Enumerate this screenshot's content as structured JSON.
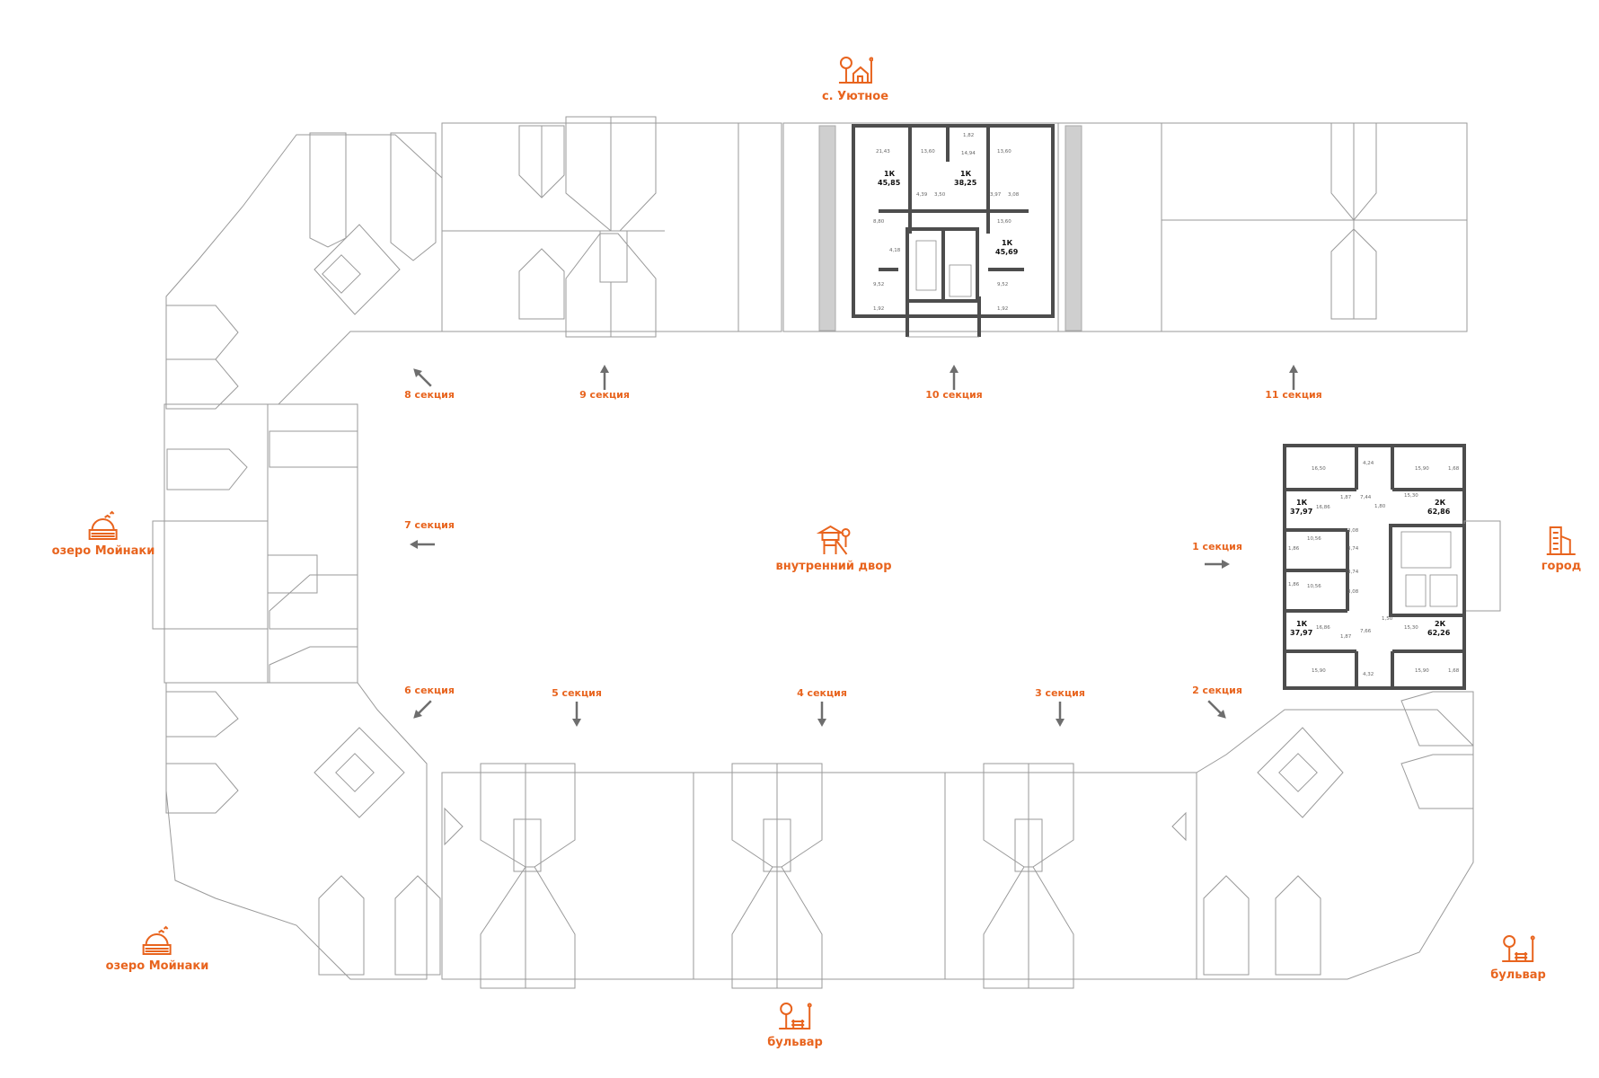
{
  "title": "Генплан: выбор секции",
  "accent_color": "#e8641e",
  "points_of_interest": [
    {
      "id": "uyutnoe",
      "label": "с. Уютное",
      "icon": "village-house-icon"
    },
    {
      "id": "lake-west",
      "label": "озеро Мойнаки",
      "icon": "lake-icon"
    },
    {
      "id": "courtyard",
      "label": "внутренний двор",
      "icon": "playground-icon"
    },
    {
      "id": "city",
      "label": "город",
      "icon": "city-buildings-icon"
    },
    {
      "id": "lake-southwest",
      "label": "озеро Мойнаки",
      "icon": "lake-icon"
    },
    {
      "id": "boulevard-south",
      "label": "бульвар",
      "icon": "boulevard-icon"
    },
    {
      "id": "boulevard-southeast",
      "label": "бульвар",
      "icon": "boulevard-icon"
    }
  ],
  "sections": [
    {
      "num": 1,
      "label": "1 секция",
      "arrow": "right"
    },
    {
      "num": 2,
      "label": "2 секция",
      "arrow": "down-right"
    },
    {
      "num": 3,
      "label": "3 секция",
      "arrow": "down"
    },
    {
      "num": 4,
      "label": "4 секция",
      "arrow": "down"
    },
    {
      "num": 5,
      "label": "5 секция",
      "arrow": "down"
    },
    {
      "num": 6,
      "label": "6 секция",
      "arrow": "down-left"
    },
    {
      "num": 7,
      "label": "7 секция",
      "arrow": "left"
    },
    {
      "num": 8,
      "label": "8 секция",
      "arrow": "up-left"
    },
    {
      "num": 9,
      "label": "9 секция",
      "arrow": "up"
    },
    {
      "num": 10,
      "label": "10 секция",
      "arrow": "up"
    },
    {
      "num": 11,
      "label": "11 секция",
      "arrow": "up"
    }
  ],
  "section10_plan": {
    "apartments": [
      {
        "type": "1К",
        "area": "45,85"
      },
      {
        "type": "1К",
        "area": "38,25"
      },
      {
        "type": "1К",
        "area": "45,69"
      }
    ],
    "rooms": [
      "21,43",
      "13,60",
      "1,82",
      "14,94",
      "13,60",
      "4,39",
      "3,50",
      "3,97",
      "3,08",
      "8,80",
      "13,60",
      "4,18",
      "9,52",
      "9,52",
      "1,92",
      "1,92"
    ]
  },
  "section1_plan": {
    "apartments": [
      {
        "type": "1К",
        "area": "37,97"
      },
      {
        "type": "2К",
        "area": "62,86"
      },
      {
        "type": "1К",
        "area": "37,97"
      },
      {
        "type": "2К",
        "area": "62,26"
      }
    ],
    "rooms": [
      "16,50",
      "4,24",
      "15,90",
      "1,68",
      "16,86",
      "1,87",
      "7,44",
      "1,80",
      "15,30",
      "10,56",
      "3,08",
      "3,74",
      "3,74",
      "10,56",
      "3,08",
      "1,86",
      "1,86",
      "16,86",
      "1,87",
      "7,66",
      "1,50",
      "15,30",
      "15,90",
      "4,32",
      "15,90",
      "1,68"
    ]
  }
}
